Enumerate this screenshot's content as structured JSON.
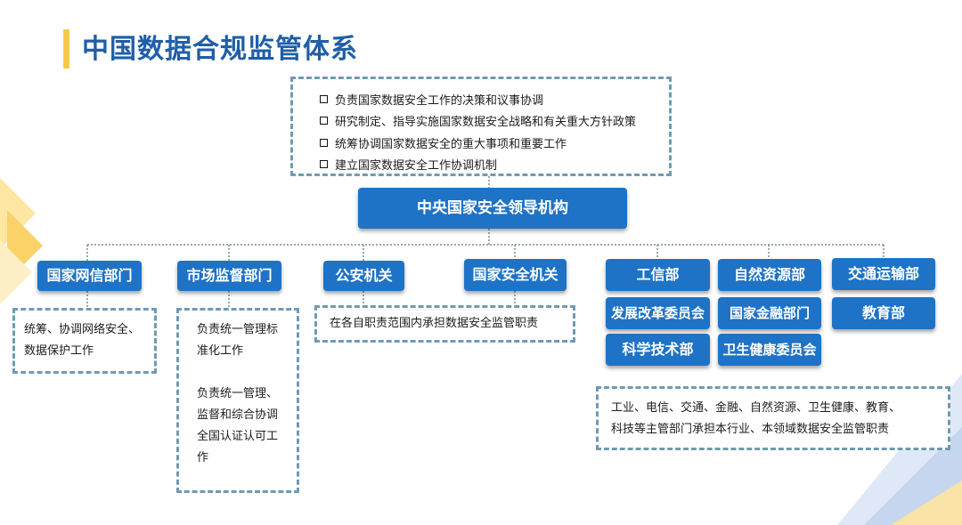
{
  "title": "中国数据合规监管体系",
  "top_duties": [
    "负责国家数据安全工作的决策和议事协调",
    "研究制定、指导实施国家数据安全战略和有关重大方针政策",
    "统筹协调国家数据安全的重大事项和重要工作",
    "建立国家数据安全工作协调机制"
  ],
  "central_body": "中央国家安全领导机构",
  "departments": {
    "cac": "国家网信部门",
    "market": "市场监督部门",
    "police": "公安机关",
    "security": "国家安全机关",
    "miit": "工信部",
    "resources": "自然资源部",
    "transport": "交通运输部",
    "ndrc": "发展改革委员会",
    "finance": "国家金融部门",
    "education": "教育部",
    "most": "科学技术部",
    "health": "卫生健康委员会"
  },
  "descriptions": {
    "cac": [
      "统筹、协调网络安全、",
      "数据保护工作"
    ],
    "market_1": [
      "负责统一管理标",
      "准化工作"
    ],
    "market_2": [
      "负责统一管理、",
      "监督和综合协调",
      "全国认证认可工",
      "作"
    ],
    "police_security": [
      "在各自职责范围内承担数据安全监管职责"
    ],
    "sectors": [
      "工业、电信、交通、金融、自然资源、卫生健康、教育、",
      "科技等主管部门承担本行业、本领域数据安全监管职责"
    ]
  },
  "colors": {
    "node_blue": "#1f73c6",
    "title_blue": "#1f5ea8",
    "accent_yellow": "#f7c948",
    "dashed_border": "#6f9bb2",
    "connector": "#7c8a94"
  }
}
